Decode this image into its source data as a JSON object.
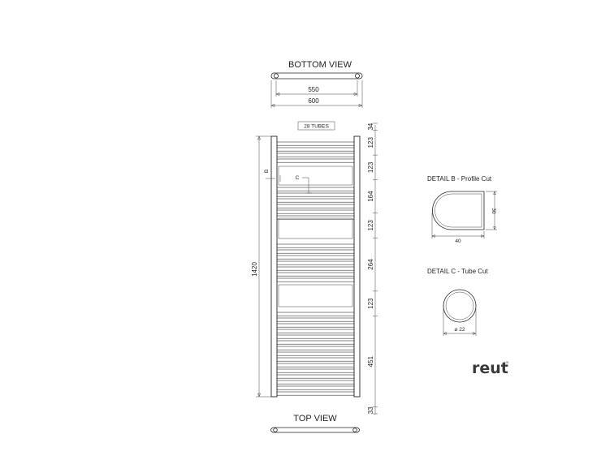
{
  "views": {
    "bottom_title": "BOTTOM VIEW",
    "top_title": "TOP VIEW"
  },
  "dimensions": {
    "inner_width": "550",
    "outer_width": "600",
    "total_height": "1420",
    "tube_count_label": "28 TUBES",
    "marker_b": "B",
    "marker_c": "C",
    "segments": [
      "34",
      "123",
      "123",
      "164",
      "123",
      "264",
      "123",
      "451",
      "33"
    ]
  },
  "details": {
    "b_title": "DETAIL B - Profile Cut",
    "b_width": "40",
    "b_height": "30",
    "c_title": "DETAIL C - Tube Cut",
    "c_diameter": "⌀ 22"
  },
  "brand": {
    "name": "reut",
    "mark": "UK"
  },
  "colors": {
    "line": "#222222",
    "logo": "#3a3a3a"
  }
}
